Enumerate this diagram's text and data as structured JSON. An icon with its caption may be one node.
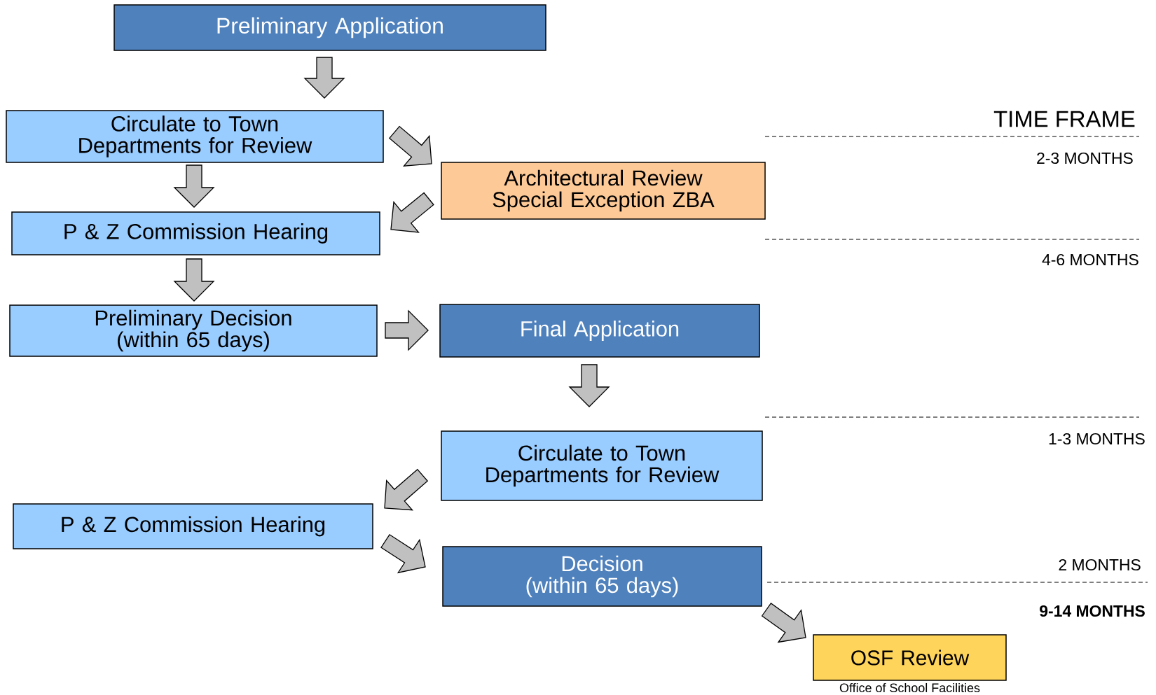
{
  "diagram": {
    "nodes": [
      {
        "text": [
          "Preliminary Application"
        ]
      },
      {
        "text": [
          "Circulate to Town Departments for Review"
        ]
      },
      {
        "text": [
          "Architectural Review",
          "Special Exception ZBA"
        ]
      },
      {
        "text": [
          "P & Z Commission Hearing"
        ]
      },
      {
        "text": [
          "Preliminary Decision",
          "(within 65 days)"
        ]
      },
      {
        "text": [
          "Final Application"
        ]
      },
      {
        "text": [
          "Circulate to Town Departments for Review"
        ]
      },
      {
        "text": [
          "P & Z Commission Hearing"
        ]
      },
      {
        "text": [
          "Decision",
          "(within 65 days)"
        ]
      },
      {
        "text": [
          "OSF Review"
        ],
        "beside": [
          "Office of School Facilities"
        ]
      }
    ],
    "edges": [
      {
        "from": 0,
        "to": 1,
        "arrow": "to"
      },
      {
        "from": 1,
        "to": 2,
        "arrow": "to"
      },
      {
        "from": 2,
        "to": 3,
        "arrow": "to"
      },
      {
        "from": 1,
        "to": 3,
        "arrow": "to"
      },
      {
        "from": 3,
        "to": 4,
        "arrow": "to"
      },
      {
        "from": 4,
        "to": 5,
        "arrow": "to"
      },
      {
        "from": 5,
        "to": 6,
        "arrow": "to"
      },
      {
        "from": 6,
        "to": 7,
        "arrow": "to"
      },
      {
        "from": 7,
        "to": 8,
        "arrow": "to"
      },
      {
        "from": 8,
        "to": 9,
        "arrow": "to"
      }
    ],
    "labels": [
      "TIME FRAME",
      "2-3 MONTHS",
      "4-6 MONTHS",
      "1-3 MONTHS",
      "2 MONTHS",
      "9-14 MONTHS"
    ]
  }
}
